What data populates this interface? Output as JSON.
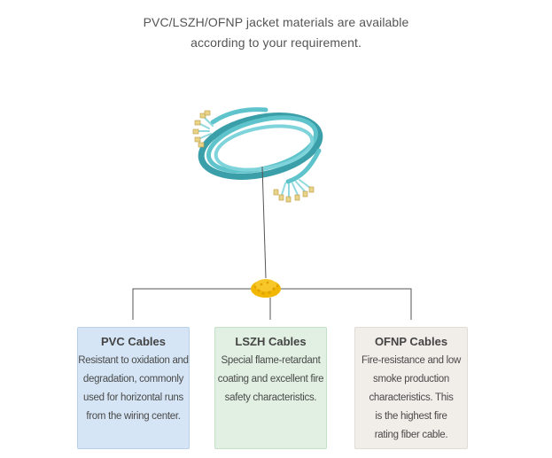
{
  "intro": {
    "line1": "PVC/LSZH/OFNP jacket materials are available",
    "line2": "according to your requirement."
  },
  "colors": {
    "cable": "#5fc3cb",
    "cable_dark": "#3a9fa8",
    "granule": "#f2b705",
    "connector": "#e8d38a",
    "line": "#555555",
    "pvc_bg": "#d5e5f5",
    "lszh_bg": "#e1f0e2",
    "ofnp_bg": "#f1ede9"
  },
  "illustrations": [
    "aqua-fiber-cable-bundle",
    "yellow-granules-pile"
  ],
  "cards": {
    "pvc": {
      "title": "PVC Cables",
      "lines": [
        "Resistant to oxidation and",
        "degradation, commonly",
        "used for horizontal runs",
        "from the wiring center."
      ]
    },
    "lszh": {
      "title": "LSZH Cables",
      "lines": [
        "Special flame-retardant",
        "coating and excellent fire",
        "safety characteristics."
      ]
    },
    "ofnp": {
      "title": "OFNP Cables",
      "lines": [
        "Fire-resistance and low",
        "smoke production",
        "characteristics. This",
        "is the highest fire",
        "rating  fiber cable."
      ]
    }
  }
}
